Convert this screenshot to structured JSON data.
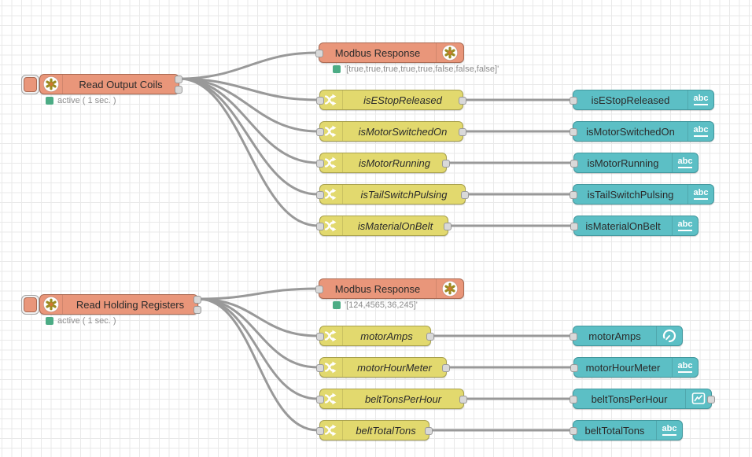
{
  "flow": {
    "group1": {
      "read_node": {
        "label": "Read Output Coils",
        "status_text": "active ( 1 sec. )"
      },
      "response_node": {
        "label": "Modbus Response",
        "status_text": "'[true,true,true,true,true,false,false,false]'"
      },
      "switch_nodes": [
        {
          "label": "isEStopReleased"
        },
        {
          "label": "isMotorSwitchedOn"
        },
        {
          "label": "isMotorRunning"
        },
        {
          "label": "isTailSwitchPulsing"
        },
        {
          "label": "isMaterialOnBelt"
        }
      ],
      "output_nodes": [
        {
          "label": "isEStopReleased",
          "widget": "text"
        },
        {
          "label": "isMotorSwitchedOn",
          "widget": "text"
        },
        {
          "label": "isMotorRunning",
          "widget": "text"
        },
        {
          "label": "isTailSwitchPulsing",
          "widget": "text"
        },
        {
          "label": "isMaterialOnBelt",
          "widget": "text"
        }
      ]
    },
    "group2": {
      "read_node": {
        "label": "Read Holding Registers",
        "status_text": "active ( 1 sec. )"
      },
      "response_node": {
        "label": "Modbus Response",
        "status_text": "'[124,4565,36,245]'"
      },
      "switch_nodes": [
        {
          "label": "motorAmps"
        },
        {
          "label": "motorHourMeter"
        },
        {
          "label": "beltTonsPerHour"
        },
        {
          "label": "beltTotalTons"
        }
      ],
      "output_nodes": [
        {
          "label": "motorAmps",
          "widget": "gauge"
        },
        {
          "label": "motorHourMeter",
          "widget": "text"
        },
        {
          "label": "beltTonsPerHour",
          "widget": "chart"
        },
        {
          "label": "beltTotalTons",
          "widget": "text"
        }
      ]
    },
    "badges": {
      "text_label": "abc"
    },
    "colors": {
      "modbus_node": "#e9967a",
      "function_node": "#e2d96e",
      "dashboard_node": "#5cbfc5",
      "wire": "#999999",
      "status_ok": "#4cac85",
      "grid": "#e9e9e9"
    }
  }
}
